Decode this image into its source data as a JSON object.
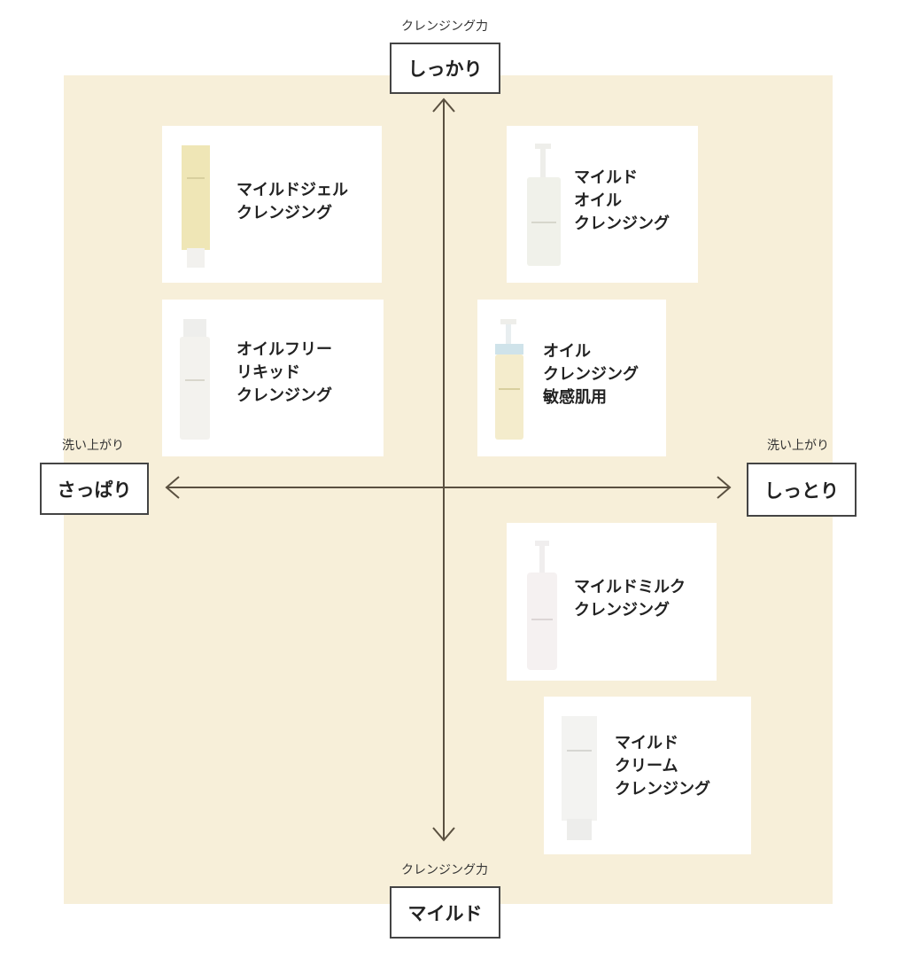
{
  "diagram": {
    "type": "positioning-map",
    "background_color": "#f7efd9",
    "vertical_axis": {
      "caption_top": "クレンジング力",
      "top_label": "しっかり",
      "caption_bottom": "クレンジング力",
      "bottom_label": "マイルド"
    },
    "horizontal_axis": {
      "caption_left": "洗い上がり",
      "left_label": "さっぱり",
      "caption_right": "洗い上がり",
      "right_label": "しっとり"
    },
    "products": [
      {
        "name": "マイルドジェル\nクレンジング",
        "quadrant": "top-left",
        "icon": "gel-tube-icon"
      },
      {
        "name": "マイルド\nオイル\nクレンジング",
        "quadrant": "top-right",
        "icon": "pump-bottle-icon"
      },
      {
        "name": "オイルフリー\nリキッド\nクレンジング",
        "quadrant": "top-left",
        "icon": "bottle-icon"
      },
      {
        "name": "オイル\nクレンジング\n敏感肌用",
        "quadrant": "top-right",
        "icon": "pump-bottle-icon"
      },
      {
        "name": "マイルドミルク\nクレンジング",
        "quadrant": "bottom-right",
        "icon": "pump-bottle-icon"
      },
      {
        "name": "マイルド\nクリーム\nクレンジング",
        "quadrant": "bottom-right",
        "icon": "cream-tube-icon"
      }
    ]
  }
}
